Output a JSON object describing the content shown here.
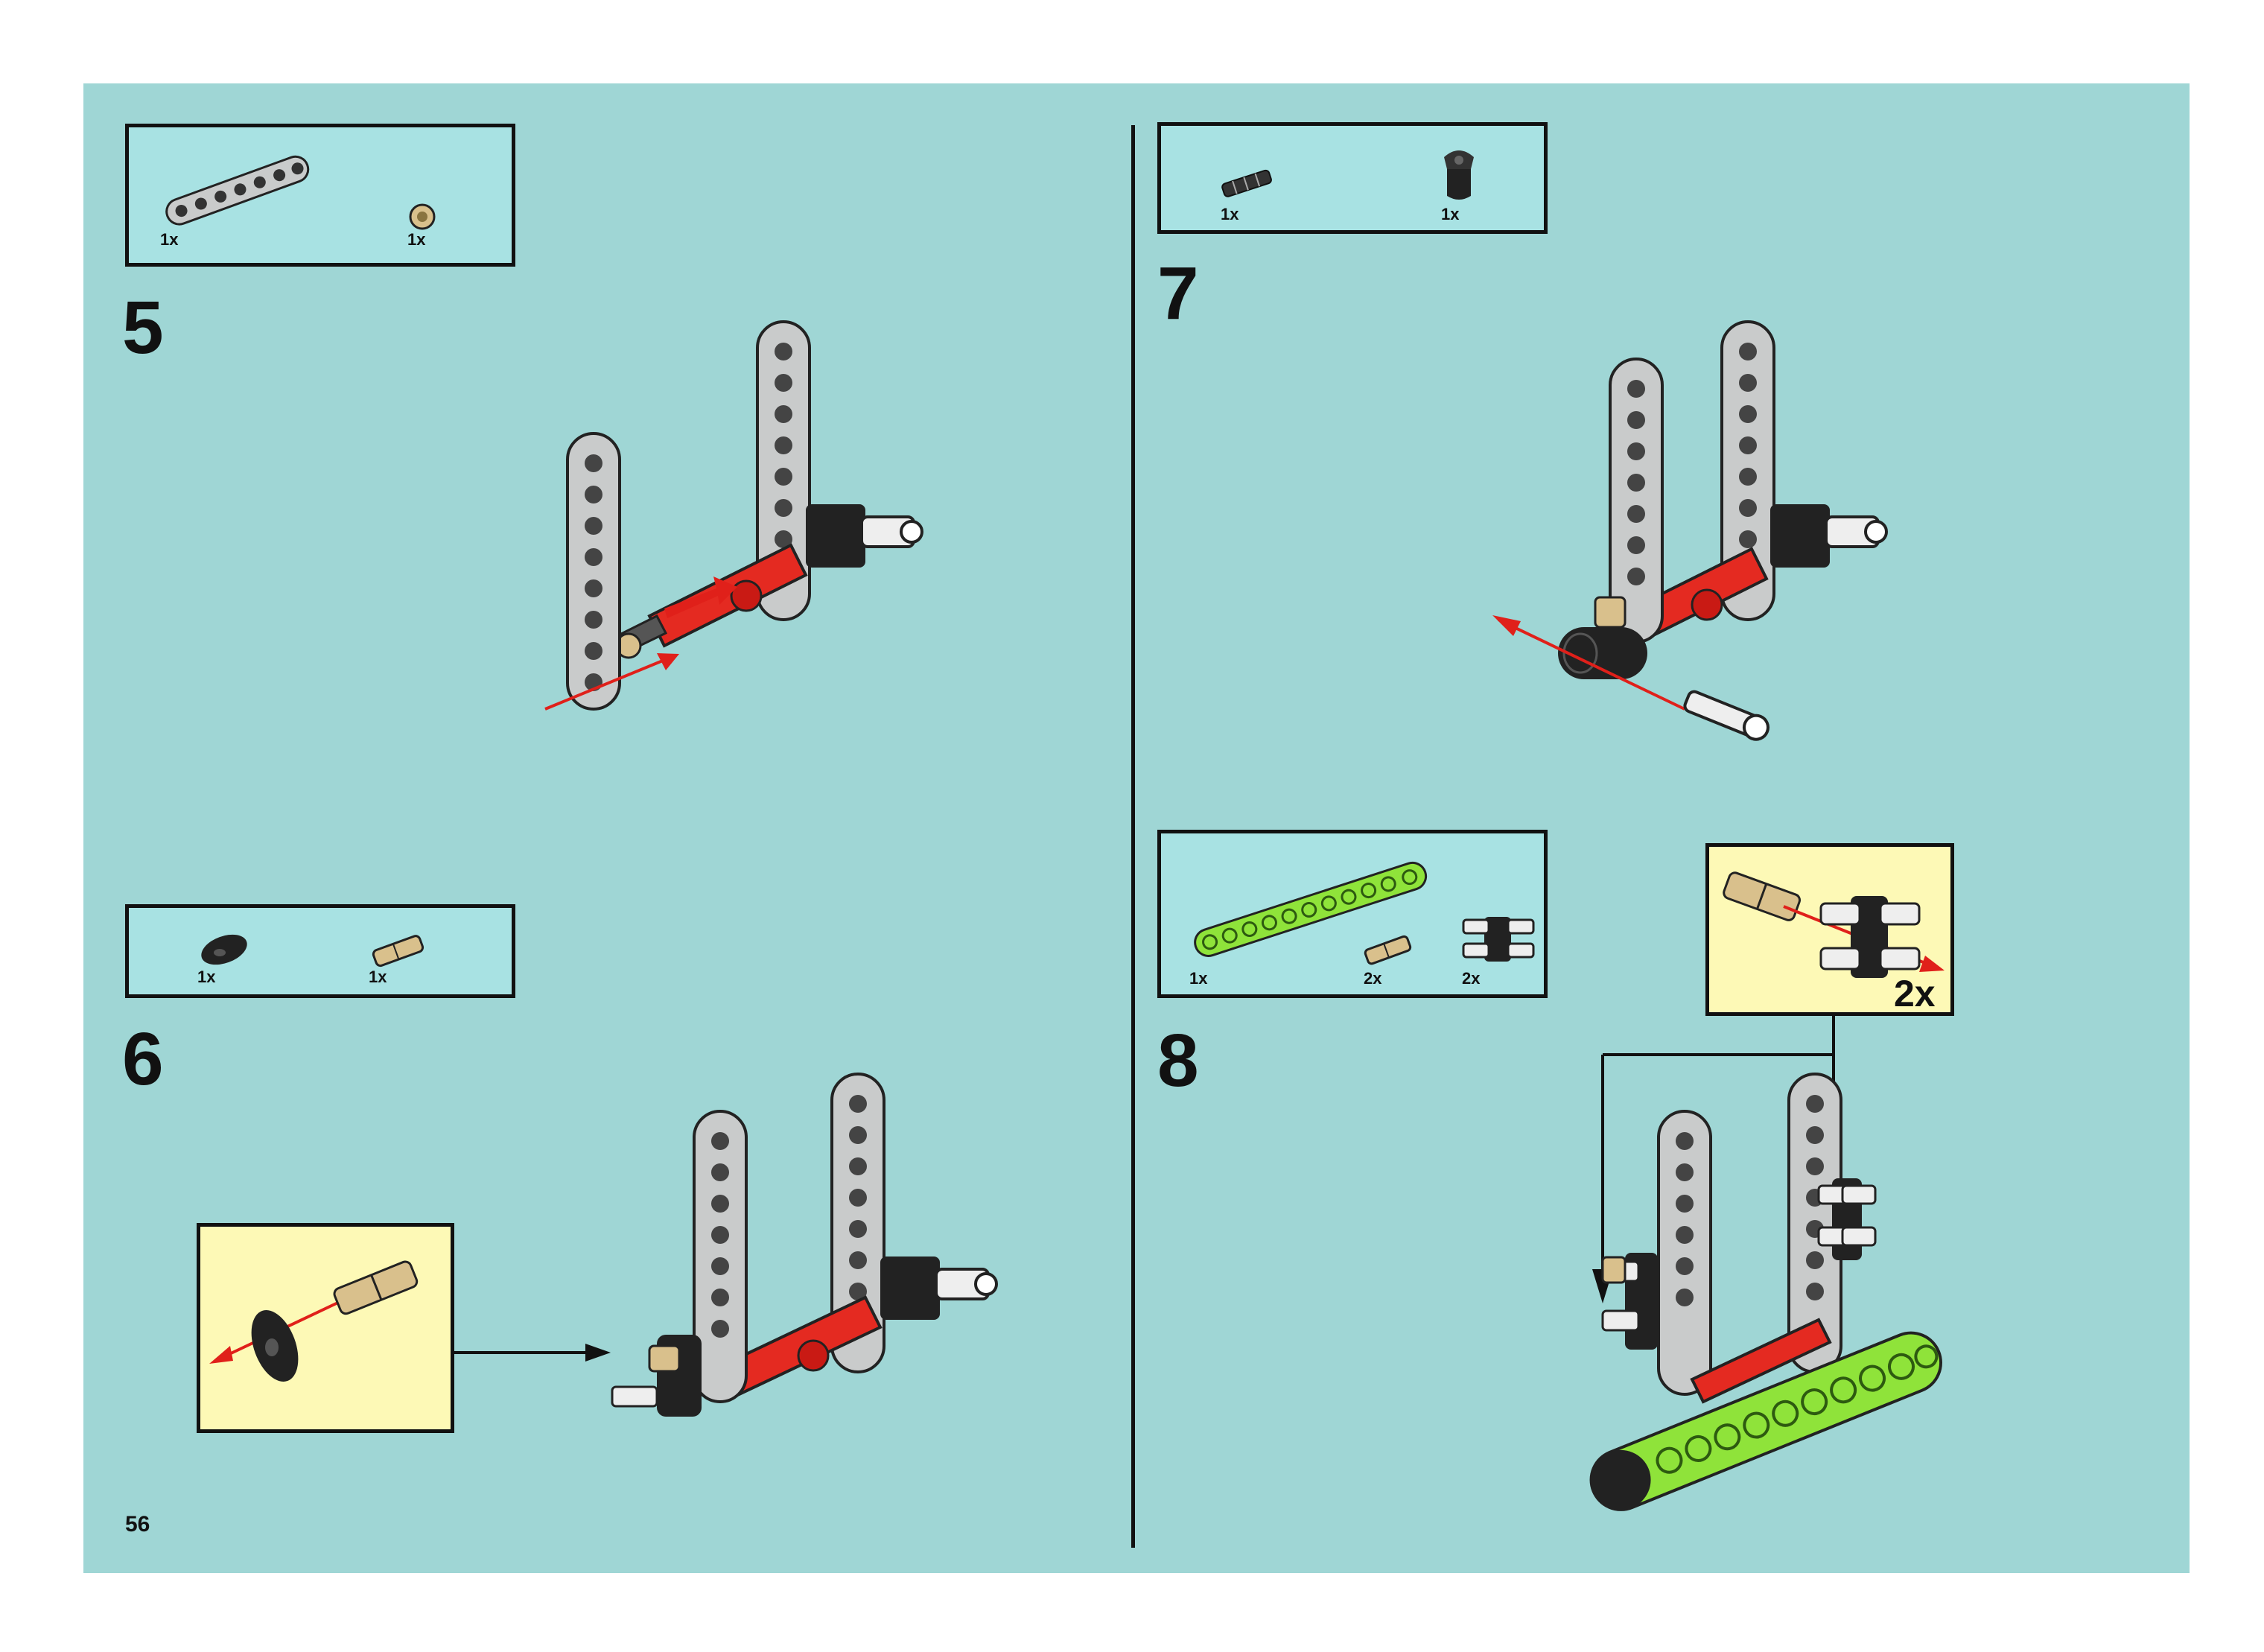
{
  "page": {
    "number": "56",
    "background": "#9fd6d5"
  },
  "colors": {
    "parts_box": "#a8e2e3",
    "callout": "#fdf9b6",
    "beam_gray": "#c9cbcb",
    "axle_red": "#e42a21",
    "beam_lime": "#8fe33a",
    "arrow_red": "#e0201a",
    "dark": "#222222",
    "tan": "#d9c08c"
  },
  "steps": [
    {
      "number": "5",
      "parts": [
        {
          "icon": "gray-beam-7-icon",
          "qty": "1x"
        },
        {
          "icon": "tan-bush-icon",
          "qty": "1x"
        }
      ]
    },
    {
      "number": "6",
      "parts": [
        {
          "icon": "black-connector-icon",
          "qty": "1x"
        },
        {
          "icon": "tan-axle-pin-icon",
          "qty": "1x"
        }
      ]
    },
    {
      "number": "7",
      "parts": [
        {
          "icon": "black-pin-icon",
          "qty": "1x"
        },
        {
          "icon": "black-angle-connector-icon",
          "qty": "1x"
        }
      ]
    },
    {
      "number": "8",
      "parts": [
        {
          "icon": "lime-beam-11-icon",
          "qty": "1x"
        },
        {
          "icon": "tan-axle-pin-icon",
          "qty": "2x"
        },
        {
          "icon": "black-cross-block-icon",
          "qty": "2x"
        }
      ],
      "callout_qty": "2x"
    }
  ]
}
